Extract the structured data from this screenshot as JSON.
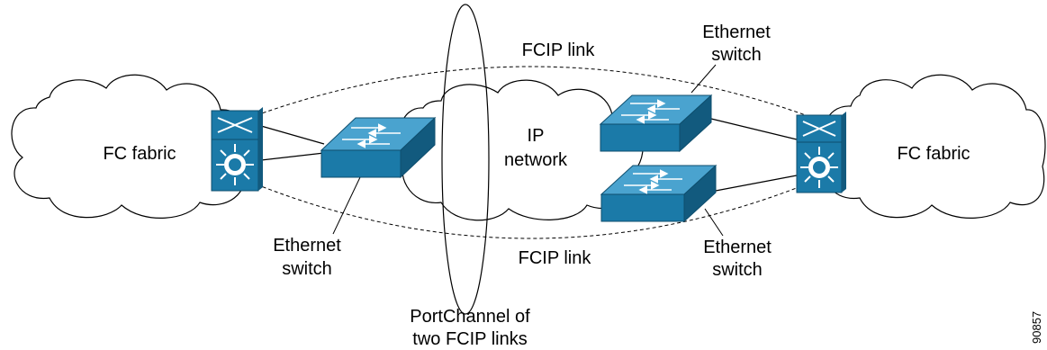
{
  "labels": {
    "left_cloud": "FC fabric",
    "right_cloud": "FC fabric",
    "ip_network_line1": "IP",
    "ip_network_line2": "network",
    "fcip_link_top": "FCIP link",
    "fcip_link_bottom": "FCIP link",
    "eth_switch_left_line1": "Ethernet",
    "eth_switch_left_line2": "switch",
    "eth_switch_top_right_line1": "Ethernet",
    "eth_switch_top_right_line2": "switch",
    "eth_switch_bottom_right_line1": "Ethernet",
    "eth_switch_bottom_right_line2": "switch",
    "portchannel_line1": "PortChannel of",
    "portchannel_line2": "two FCIP links",
    "figure_id": "90857"
  },
  "colors": {
    "device_fill": "#1b7aa8",
    "device_top": "#4aa3cf",
    "device_dark": "#125a7e",
    "line": "#000000"
  },
  "icons": [
    "fc-switch-icon",
    "ethernet-switch-icon",
    "cloud-icon"
  ]
}
